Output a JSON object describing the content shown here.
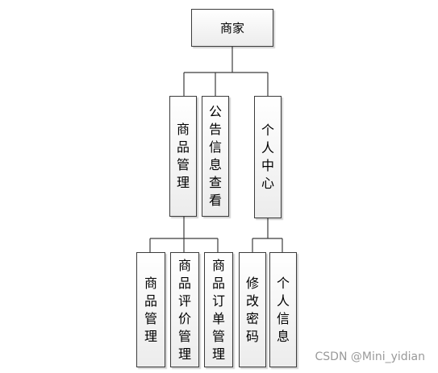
{
  "root": {
    "label": "商家"
  },
  "level1": [
    {
      "id": "goods-mgmt",
      "label": "商品管理"
    },
    {
      "id": "notice",
      "label": "公告信息查看"
    },
    {
      "id": "personal",
      "label": "个人中心"
    }
  ],
  "level2_goods": [
    {
      "id": "goods",
      "label": "商品管理"
    },
    {
      "id": "review",
      "label": "商品评价管理"
    },
    {
      "id": "order",
      "label": "商品订单管理"
    }
  ],
  "level2_personal": [
    {
      "id": "password",
      "label": "修改密码"
    },
    {
      "id": "info",
      "label": "个人信息"
    }
  ],
  "watermark": "CSDN @Mini_yidian"
}
